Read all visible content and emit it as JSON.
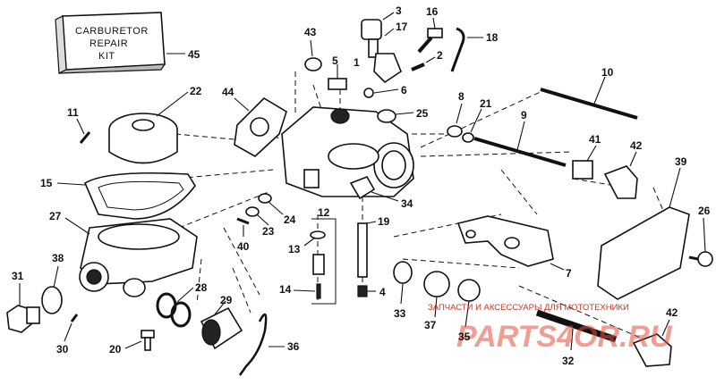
{
  "kit_box": {
    "line1": "CARBURETOR",
    "line2": "REPAIR",
    "line3": "KIT"
  },
  "callouts": {
    "n1": "1",
    "n2": "2",
    "n3": "3",
    "n4": "4",
    "n5": "5",
    "n6": "6",
    "n7": "7",
    "n8": "8",
    "n9": "9",
    "n10": "10",
    "n11": "11",
    "n12": "12",
    "n13": "13",
    "n14": "14",
    "n15": "15",
    "n16": "16",
    "n17": "17",
    "n18": "18",
    "n19": "19",
    "n20": "20",
    "n21": "21",
    "n22": "22",
    "n23": "23",
    "n24": "24",
    "n25": "25",
    "n26": "26",
    "n27": "27",
    "n28": "28",
    "n29": "29",
    "n30": "30",
    "n31": "31",
    "n32": "32",
    "n33": "33",
    "n34": "34",
    "n35": "35",
    "n36": "36",
    "n37": "37",
    "n38": "38",
    "n39": "39",
    "n40": "40",
    "n41": "41",
    "n42a": "42",
    "n42b": "42",
    "n43": "43",
    "n44": "44",
    "n45": "45"
  },
  "watermark": {
    "caption": "ЗАПЧАСТИ И АКСЕССУАРЫ ДЛЯ МОТОТЕХНИКИ",
    "logo": "PARTS4OR.RU"
  },
  "colors": {
    "line": "#111111",
    "background": "#ffffff",
    "watermark": "#e74c3c"
  }
}
